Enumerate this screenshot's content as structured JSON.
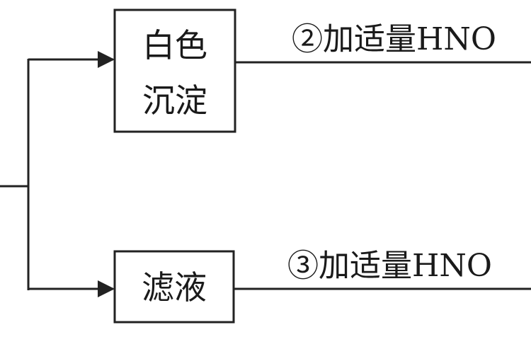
{
  "nodes": {
    "precipitate": {
      "line1": "白色",
      "line2": "沉淀"
    },
    "filtrate": {
      "label": "滤液"
    }
  },
  "edges": {
    "step2": {
      "label": "②加适量HNO"
    },
    "step3": {
      "label": "③加适量HNO"
    }
  },
  "colors": {
    "stroke": "#222222",
    "background": "#ffffff"
  }
}
